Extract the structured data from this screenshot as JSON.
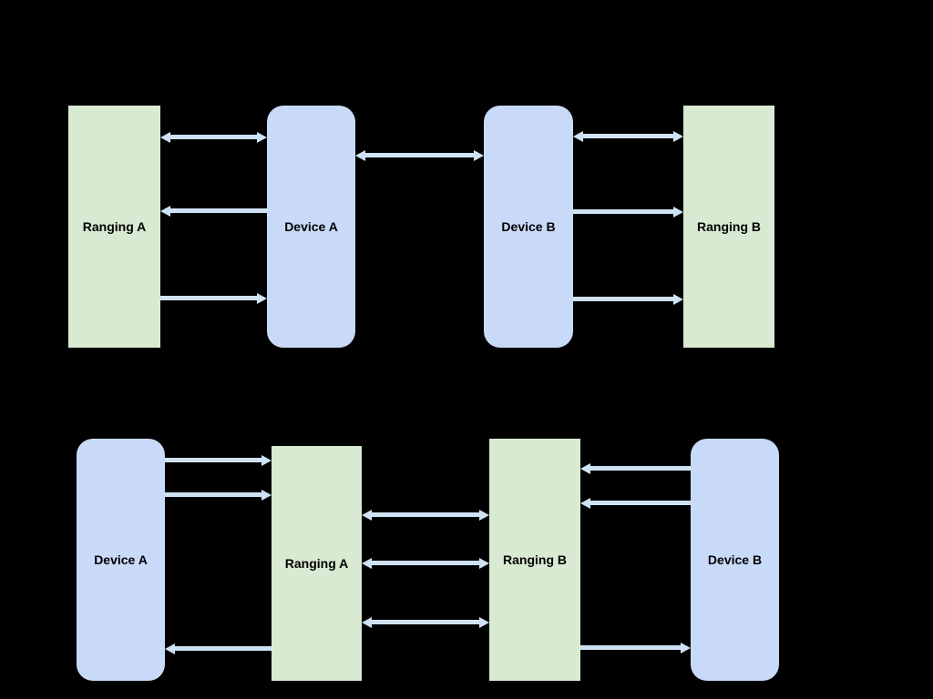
{
  "diagram": {
    "colors": {
      "background": "#000000",
      "device_box_fill": "#c9daf8",
      "ranging_box_fill": "#d9ead3",
      "arrow": "#cfe2f3",
      "label_text": "#000000"
    },
    "top_row": {
      "ranging_a": "Ranging A",
      "device_a": "Device A",
      "device_b": "Device B",
      "ranging_b": "Ranging B"
    },
    "bottom_row": {
      "device_a": "Device A",
      "ranging_a": "Ranging A",
      "ranging_b": "Ranging B",
      "device_b": "Device B"
    }
  }
}
